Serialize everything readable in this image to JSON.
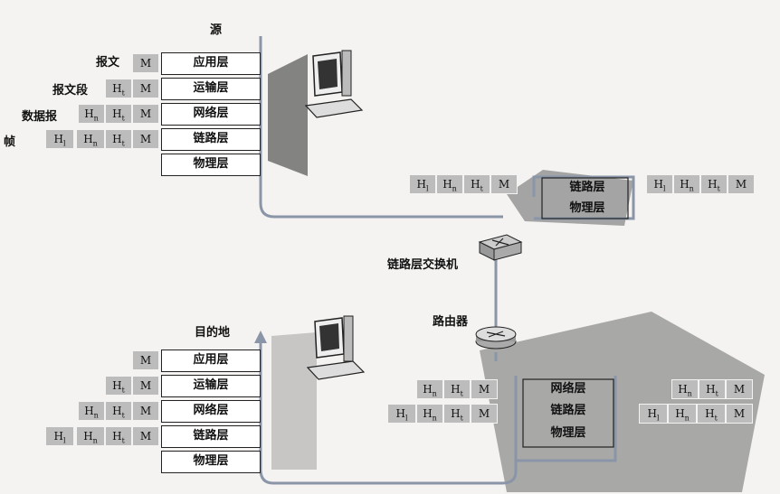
{
  "labels": {
    "source": "源",
    "destination": "目的地",
    "switch": "链路层交换机",
    "router": "路由器"
  },
  "row_labels": {
    "message": "报文",
    "segment": "报文段",
    "datagram": "数据报",
    "frame": "帧"
  },
  "layers": {
    "application": "应用层",
    "transport": "运输层",
    "network": "网络层",
    "link": "链路层",
    "physical": "物理层"
  },
  "headers": {
    "M": "M",
    "Hl": "H",
    "Hl_sub": "l",
    "Hn": "H",
    "Hn_sub": "n",
    "Ht": "H",
    "Ht_sub": "t"
  },
  "colors": {
    "cell": "#bcbcbc",
    "line": "#8a96a8",
    "shade": "#8c8c8c"
  }
}
